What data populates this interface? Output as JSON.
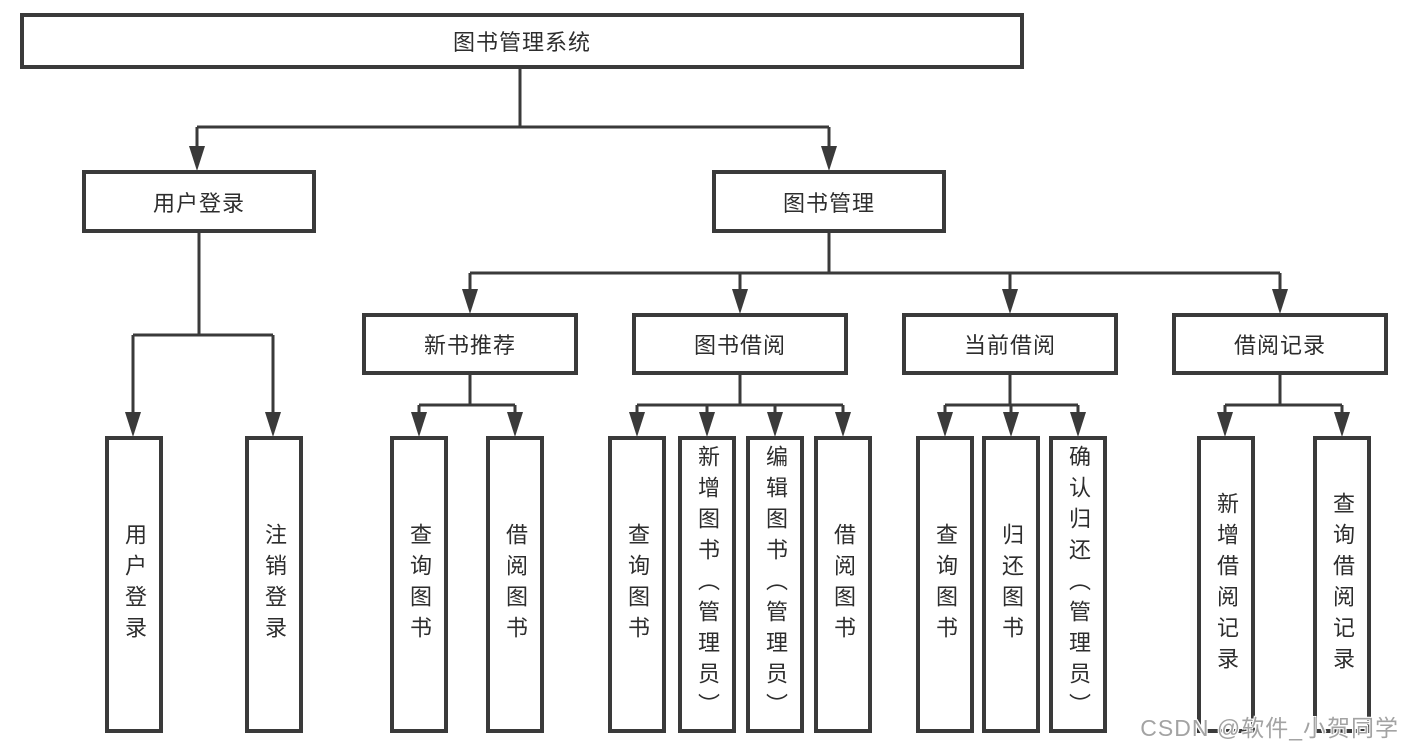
{
  "diagram": {
    "root": {
      "label": "图书管理系统"
    },
    "branches": [
      {
        "label": "用户登录",
        "children": [
          {
            "label": "用户登录"
          },
          {
            "label": "注销登录"
          }
        ]
      },
      {
        "label": "图书管理",
        "children": [
          {
            "label": "新书推荐",
            "children": [
              {
                "label": "查询图书"
              },
              {
                "label": "借阅图书"
              }
            ]
          },
          {
            "label": "图书借阅",
            "children": [
              {
                "label": "查询图书"
              },
              {
                "label": "新增图书（管理员）"
              },
              {
                "label": "编辑图书（管理员）"
              },
              {
                "label": "借阅图书"
              }
            ]
          },
          {
            "label": "当前借阅",
            "children": [
              {
                "label": "查询图书"
              },
              {
                "label": "归还图书"
              },
              {
                "label": "确认归还（管理员）"
              }
            ]
          },
          {
            "label": "借阅记录",
            "children": [
              {
                "label": "新增借阅记录"
              },
              {
                "label": "查询借阅记录"
              }
            ]
          }
        ]
      }
    ]
  },
  "watermark": {
    "text": "CSDN @软件_小贺同学"
  },
  "colors": {
    "line": "#3a3a3a",
    "box_border": "#3a3a3a",
    "text": "#2d2d2d",
    "watermark": "#a3a3a3",
    "background": "#ffffff"
  }
}
